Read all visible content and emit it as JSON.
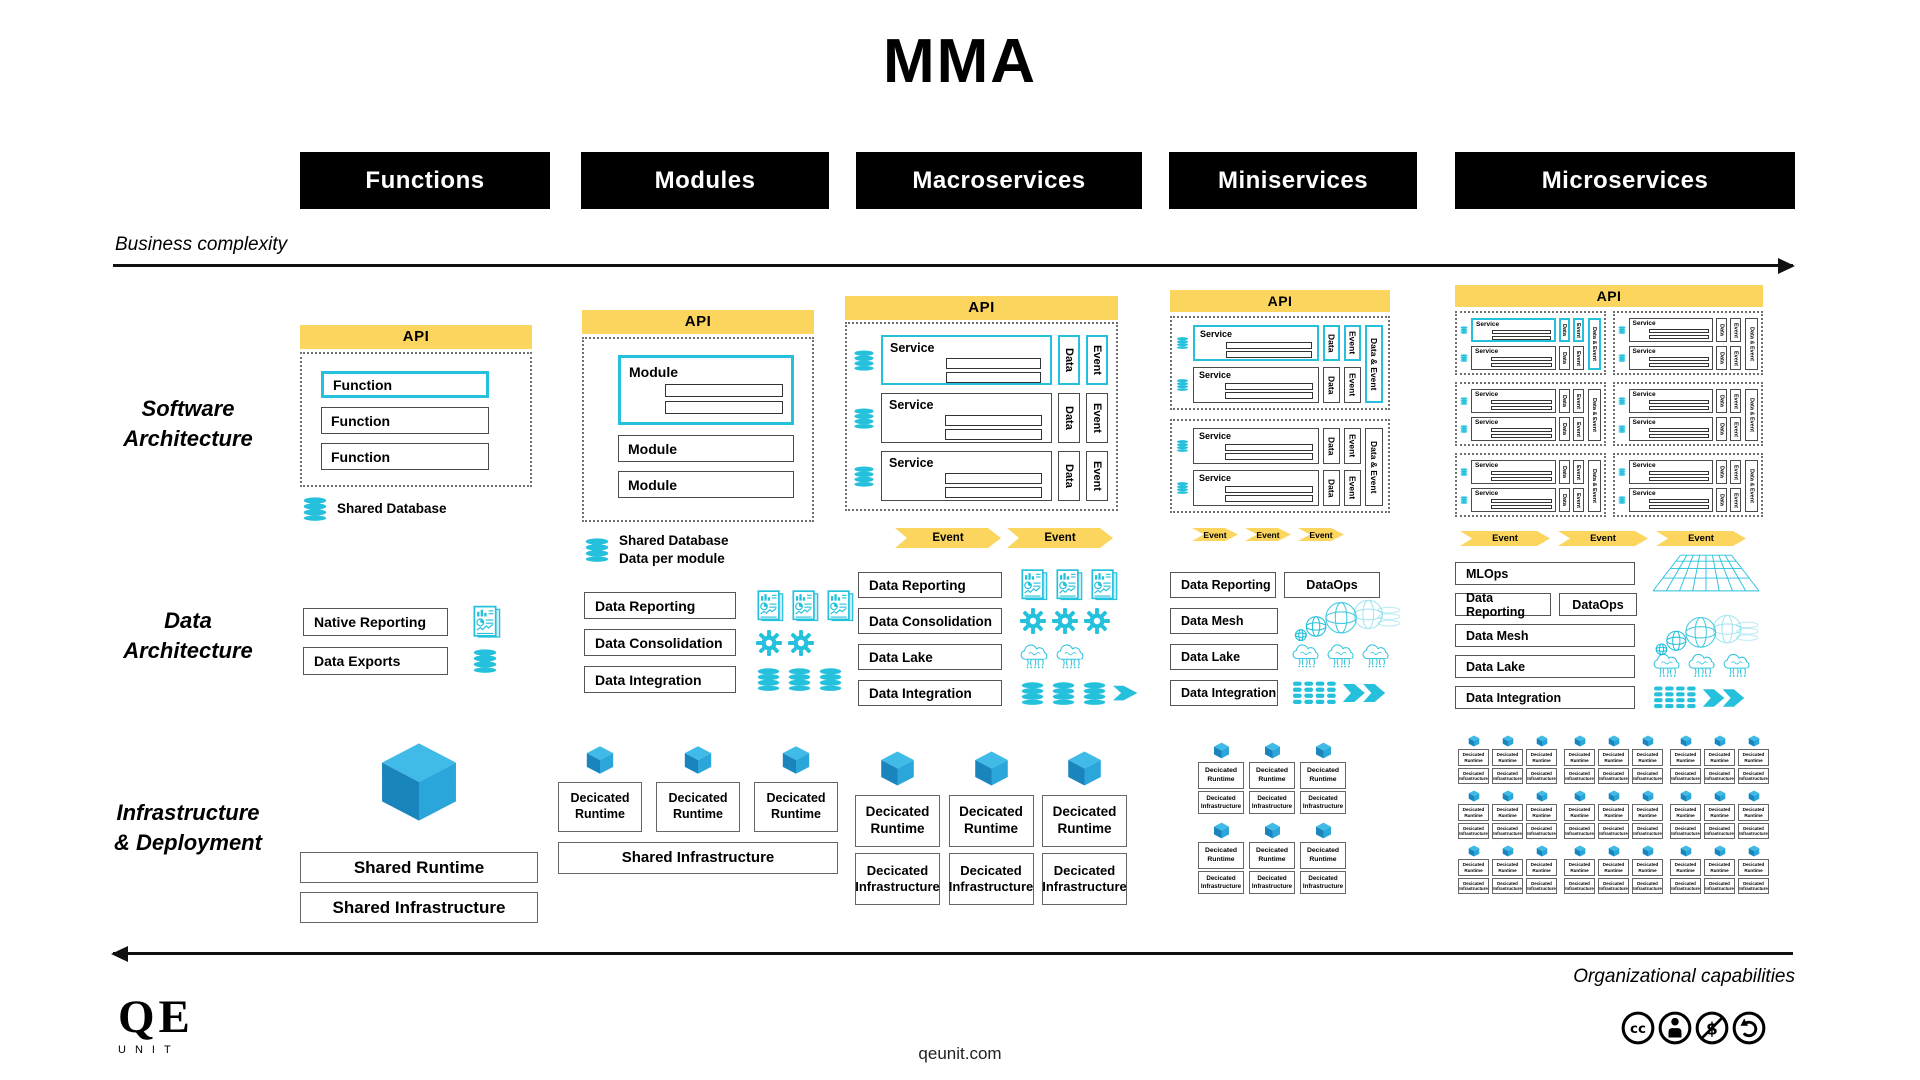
{
  "title": "MMA",
  "axes": {
    "top": {
      "label": "Business complexity"
    },
    "bottom": {
      "label": "Organizational capabilities"
    }
  },
  "row_labels": [
    {
      "id": "software",
      "lines": [
        "Software",
        "Architecture"
      ]
    },
    {
      "id": "data",
      "lines": [
        "Data",
        "Architecture"
      ]
    },
    {
      "id": "infra",
      "lines": [
        "Infrastructure",
        "& Deployment"
      ]
    }
  ],
  "shared": {
    "api": "API",
    "service": "Service",
    "data_port": "Data",
    "event_port": "Event",
    "data_and_event_port": "Data & Event",
    "event_arrow": "Event",
    "shared_database": "Shared Database",
    "data_per_module": "Data per module",
    "shared_runtime": "Shared Runtime",
    "shared_infrastructure": "Shared Infrastructure",
    "dedicated_runtime": "Decicated Runtime",
    "dedicated_infrastructure": "Decicated Infrastructure"
  },
  "columns": [
    {
      "id": "functions",
      "header": "Functions",
      "software": {
        "boxes": [
          "Function",
          "Function",
          "Function"
        ],
        "note": [
          "Shared Database"
        ]
      },
      "data_architecture": [
        {
          "boxes": [
            "Native Reporting"
          ],
          "icons": [
            "report"
          ]
        },
        {
          "boxes": [
            "Data Exports"
          ],
          "icons": [
            "database"
          ]
        }
      ],
      "infrastructure": {
        "type": "shared",
        "labels": [
          "Shared Runtime",
          "Shared Infrastructure"
        ]
      }
    },
    {
      "id": "modules",
      "header": "Modules",
      "software": {
        "boxes": [
          "Module",
          "Module",
          "Module"
        ],
        "note": [
          "Shared Database",
          "Data per module"
        ]
      },
      "data_architecture": [
        {
          "boxes": [
            "Data Reporting"
          ],
          "icons": [
            "report",
            "report",
            "report"
          ]
        },
        {
          "boxes": [
            "Data Consolidation"
          ],
          "icons": [
            "gear",
            "gear"
          ]
        },
        {
          "boxes": [
            "Data Integration"
          ],
          "icons": [
            "database",
            "database",
            "database"
          ]
        }
      ],
      "infrastructure": {
        "type": "dedicated-runtimes-shared-infra",
        "runtime_count": 3
      }
    },
    {
      "id": "macroservices",
      "header": "Macroservices",
      "software": {
        "service_count": 3,
        "event_arrows": [
          "Event",
          "Event"
        ]
      },
      "data_architecture": [
        {
          "boxes": [
            "Data Reporting"
          ],
          "icons": [
            "report",
            "report",
            "report"
          ]
        },
        {
          "boxes": [
            "Data Consolidation"
          ],
          "icons": [
            "gear",
            "gear",
            "gear"
          ]
        },
        {
          "boxes": [
            "Data Lake"
          ],
          "icons": [
            "lake",
            "lake"
          ]
        },
        {
          "boxes": [
            "Data Integration"
          ],
          "icons": [
            "database",
            "database",
            "database",
            "chevron"
          ]
        }
      ],
      "infrastructure": {
        "type": "dedicated-stacks",
        "stack_count": 3
      }
    },
    {
      "id": "miniservices",
      "header": "Miniservices",
      "software": {
        "group_count": 2,
        "services_per_group": 2,
        "event_arrows": [
          "Event",
          "Event",
          "Event"
        ]
      },
      "data_architecture": [
        {
          "boxes": [
            "Data Reporting",
            "DataOps"
          ],
          "icons": []
        },
        {
          "boxes": [
            "Data Mesh"
          ],
          "icons": [
            "mesh"
          ]
        },
        {
          "boxes": [
            "Data Lake"
          ],
          "icons": [
            "lake",
            "lake",
            "lake"
          ]
        },
        {
          "boxes": [
            "Data Integration"
          ],
          "icons": [
            "striped-database",
            "fast-arrow"
          ]
        }
      ],
      "infrastructure": {
        "type": "dedicated-grid",
        "rows": 2,
        "cols": 3
      }
    },
    {
      "id": "microservices",
      "header": "Microservices",
      "software": {
        "group_rows": 3,
        "group_cols": 2,
        "services_per_group": 2,
        "event_arrows": [
          "Event",
          "Event",
          "Event"
        ]
      },
      "data_architecture": [
        {
          "boxes": [
            "MLOps"
          ],
          "icons": [
            "grid-plane"
          ]
        },
        {
          "boxes": [
            "Data Reporting",
            "DataOps"
          ],
          "icons": []
        },
        {
          "boxes": [
            "Data Mesh"
          ],
          "icons": [
            "mesh"
          ]
        },
        {
          "boxes": [
            "Data Lake"
          ],
          "icons": [
            "lake",
            "lake",
            "lake"
          ]
        },
        {
          "boxes": [
            "Data Integration"
          ],
          "icons": [
            "striped-database",
            "fast-arrow"
          ]
        }
      ],
      "infrastructure": {
        "type": "dedicated-grid-groups",
        "rows": 3,
        "groups_per_row": 3,
        "cols_per_group": 3
      }
    }
  ],
  "footer": {
    "logo_text": "QE",
    "logo_subtext": "UNIT",
    "website": "qeunit.com",
    "license_icons": [
      "cc",
      "by-person",
      "nc-dollar",
      "sa-arrow"
    ]
  },
  "colors": {
    "accent_yellow": "#FBD55E",
    "accent_cyan": "#25C1DC",
    "cube_top": "#40BAE6",
    "cube_left": "#1A85BC",
    "cube_right": "#2AA6DB",
    "line_black": "#111111"
  }
}
